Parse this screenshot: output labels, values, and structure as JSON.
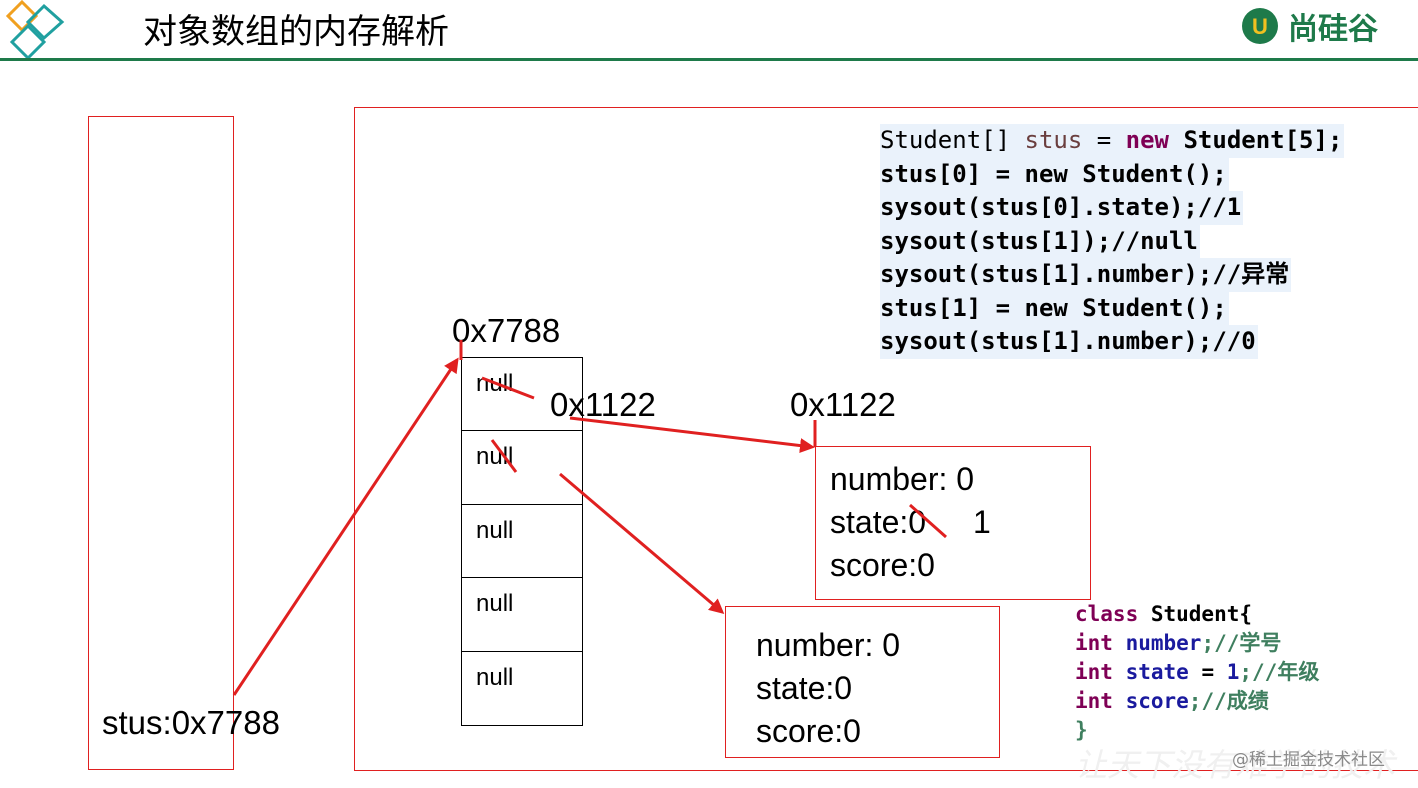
{
  "header": {
    "title": "对象数组的内存解析",
    "brand": "尚硅谷",
    "brand_mark": "U"
  },
  "stack": {
    "label": "stus:0x7788"
  },
  "heap": {
    "array_address": "0x7788",
    "cells": [
      "null",
      "null",
      "null",
      "null",
      "null"
    ],
    "ref_address_inline": "0x1122",
    "ref_address_object": "0x1122"
  },
  "object1": {
    "number": "number: 0",
    "state_old": "state:0",
    "state_new": "1",
    "score": "score:0"
  },
  "object2": {
    "number": "number: 0",
    "state": "state:0",
    "score": "score:0"
  },
  "code": {
    "line1_type": "Student[] ",
    "line1_var": "stus",
    "line1_eq": " = ",
    "line1_new": "new",
    "line1_rest": " Student[5];",
    "line2": "stus[0] = new Student();",
    "line3": "sysout(stus[0].state);//1",
    "line4": "sysout(stus[1]);//null",
    "line5": "sysout(stus[1].number);//异常",
    "line6": "stus[1] = new Student();",
    "line7": "sysout(stus[1].number);//0"
  },
  "class_def": {
    "line1_kw": "class",
    "line1_rest": " Student{",
    "line2_kw": "int",
    "line2_field": " number",
    "line2_cmt": ";//学号",
    "line3_kw": "int",
    "line3_field": " state",
    "line3_mid": " = ",
    "line3_num": "1",
    "line3_cmt": ";//年级",
    "line4_kw": "int",
    "line4_field": " score",
    "line4_cmt": ";//成绩",
    "line5": "}"
  },
  "watermark": {
    "site": "@稀土掘金技术社区",
    "slogan": "让天下没有难学的技术"
  },
  "colors": {
    "accent_green": "#1e7a4a",
    "arrow_red": "#e02020",
    "logo_orange": "#f0a020",
    "logo_teal": "#20a0a0"
  }
}
